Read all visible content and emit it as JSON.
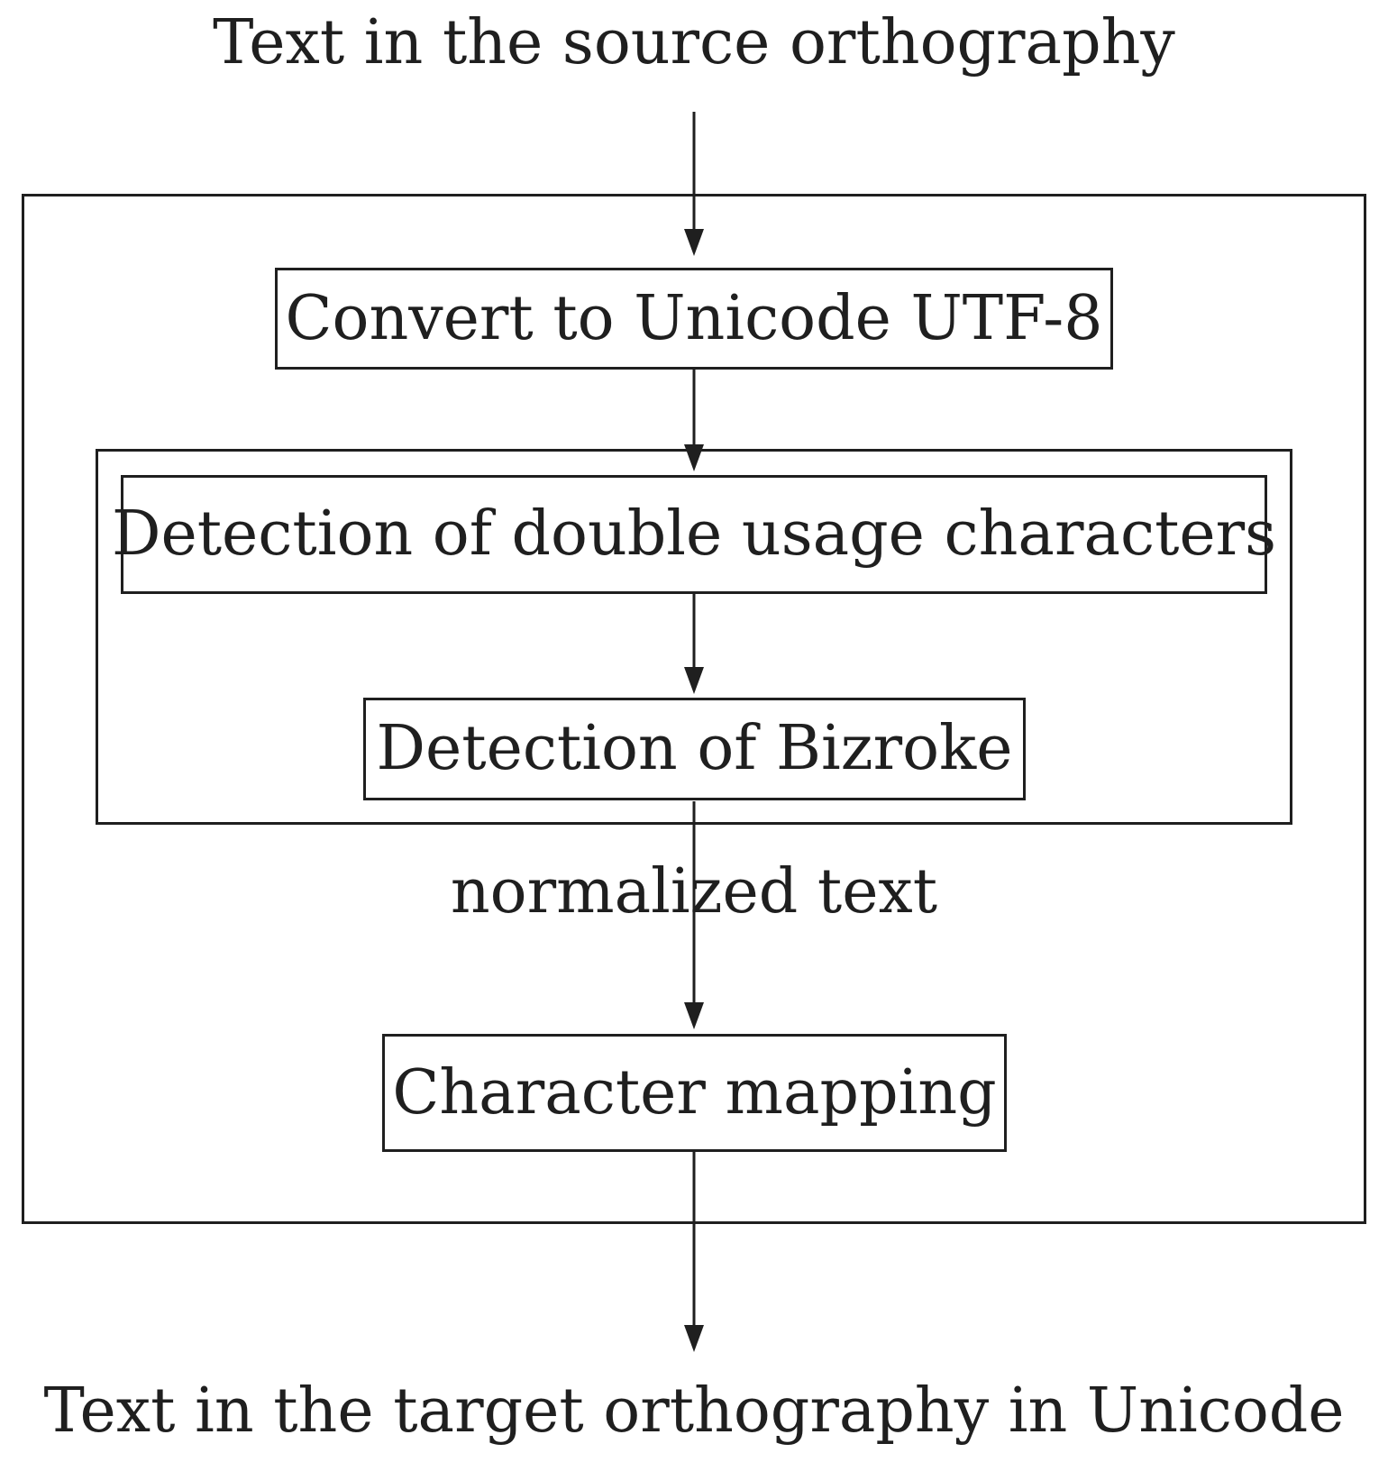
{
  "diagram": {
    "input_label": "Text in the source orthography",
    "output_label": "Text in the target orthography in Unicode",
    "steps": [
      {
        "id": "convert",
        "label": "Convert to Unicode UTF-8"
      },
      {
        "id": "double-usage",
        "label": "Detection of double usage characters"
      },
      {
        "id": "bizroke",
        "label": "Detection of Bizroke"
      },
      {
        "id": "mapping",
        "label": "Character mapping"
      }
    ],
    "edge_label": "normalized text",
    "colors": {
      "stroke": "#1f1f1f",
      "background": "#ffffff"
    }
  }
}
